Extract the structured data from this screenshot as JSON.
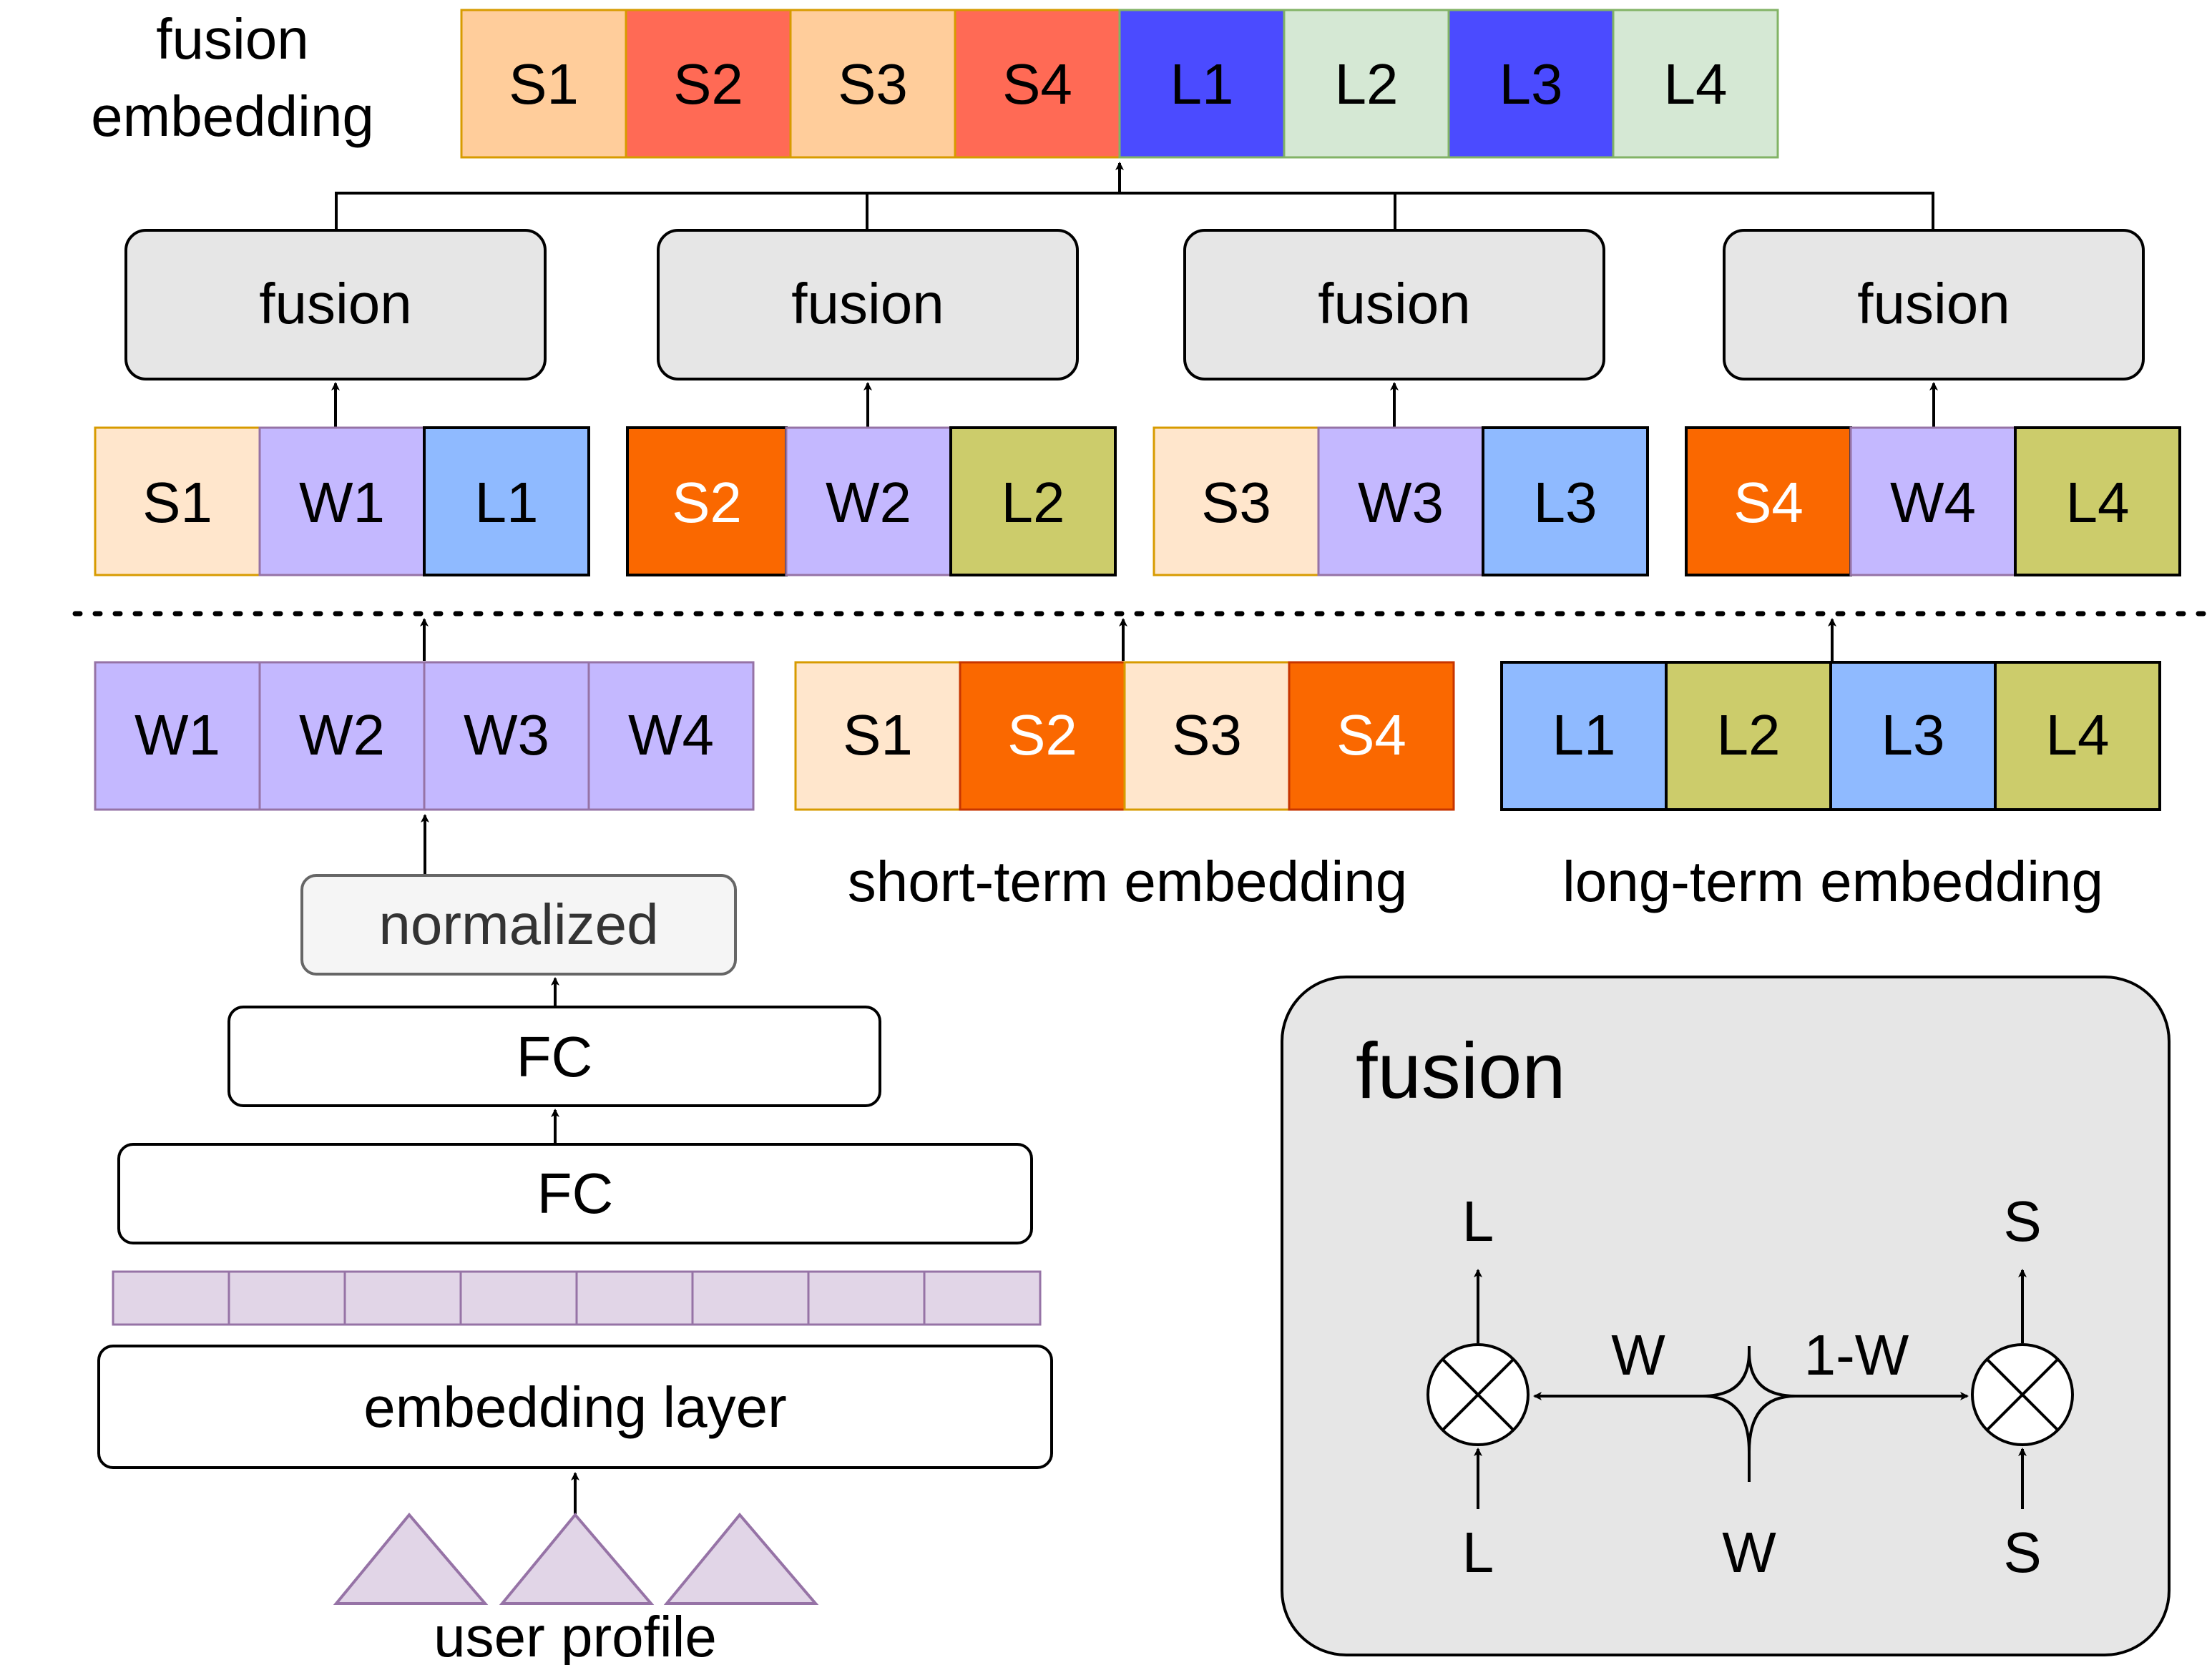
{
  "fusion_embedding": {
    "label_line1": "fusion",
    "label_line2": "embedding",
    "cells": [
      "S1",
      "S2",
      "S3",
      "S4",
      "L1",
      "L2",
      "L3",
      "L4"
    ]
  },
  "fusion_blocks": [
    "fusion",
    "fusion",
    "fusion",
    "fusion"
  ],
  "groups": [
    {
      "cells": [
        "S1",
        "W1",
        "L1"
      ]
    },
    {
      "cells": [
        "S2",
        "W2",
        "L2"
      ]
    },
    {
      "cells": [
        "S3",
        "W3",
        "L3"
      ]
    },
    {
      "cells": [
        "S4",
        "W4",
        "L4"
      ]
    }
  ],
  "weight_embedding": {
    "cells": [
      "W1",
      "W2",
      "W3",
      "W4"
    ]
  },
  "short_term": {
    "label": "short-term embedding",
    "cells": [
      "S1",
      "S2",
      "S3",
      "S4"
    ]
  },
  "long_term": {
    "label": "long-term embedding",
    "cells": [
      "L1",
      "L2",
      "L3",
      "L4"
    ]
  },
  "tower": {
    "normalized": "normalized",
    "fc_top": "FC",
    "fc_bottom": "FC",
    "embedding_layer": "embedding layer",
    "user_profile": "user profile"
  },
  "fusion_detail": {
    "title": "fusion",
    "left_out": "L",
    "left_in": "L",
    "right_out": "S",
    "right_in": "S",
    "w_in": "W",
    "w_label": "W",
    "one_minus_w_label": "1-W"
  },
  "colors": {
    "short_light": "#ffcd9b",
    "short_red": "#ff6a55",
    "long_blue": "#4b4bff",
    "long_green": "#d5e8d4",
    "peach": "#ffe6cc",
    "orange": "#fa6800",
    "weight_purple": "#c4b8ff",
    "long_light_blue": "#8fbaff",
    "olive": "#cccc6b",
    "box_gray": "#e6e6e6",
    "thin_purple": "#e1d5e7"
  }
}
